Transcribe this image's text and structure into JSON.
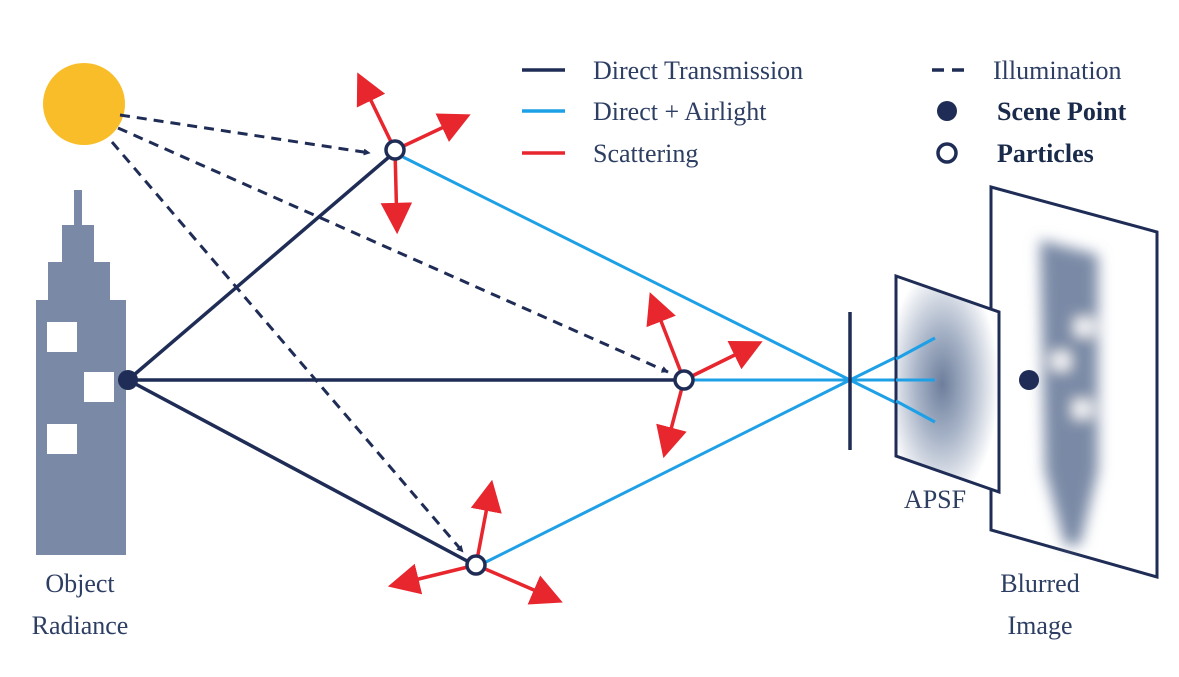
{
  "legend": {
    "direct_transmission": "Direct Transmission",
    "direct_airlight": "Direct + Airlight",
    "scattering": "Scattering",
    "illumination": "Illumination",
    "scene_point": "Scene Point",
    "particles": "Particles"
  },
  "labels": {
    "object_line1": "Object",
    "object_line2": "Radiance",
    "apsf": "APSF",
    "blurred_line1": "Blurred",
    "blurred_line2": "Image"
  },
  "colors": {
    "direct": "#1f2d56",
    "airlight": "#1ea0e6",
    "scattering": "#e8262e",
    "illumination": "#1f2d56",
    "sun": "#f9bd2a",
    "building": "#7a8aa6"
  }
}
